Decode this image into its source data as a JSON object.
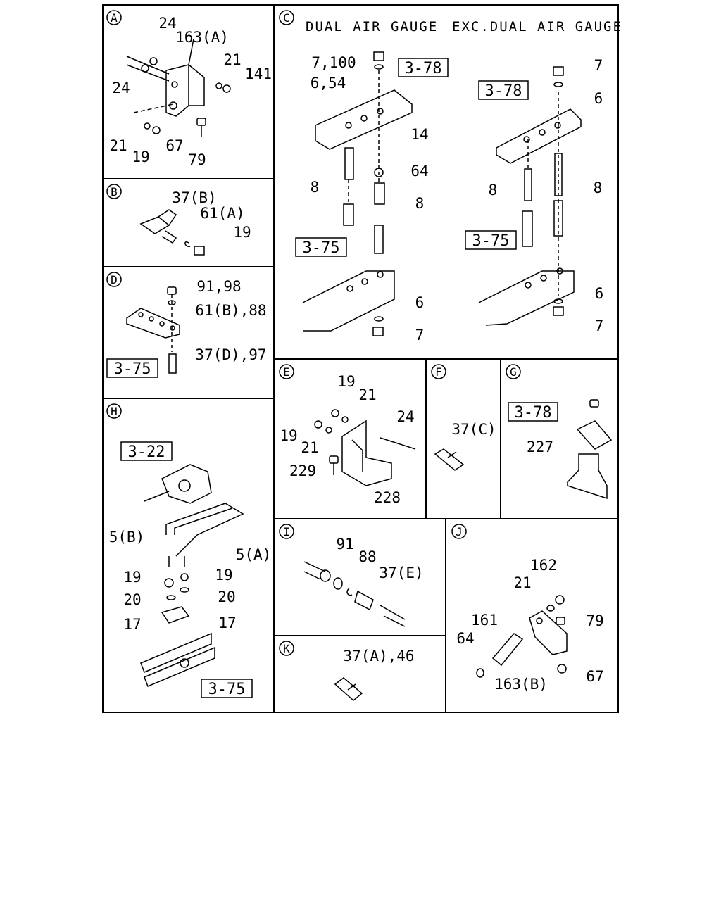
{
  "panels": {
    "A": {
      "letter": "A",
      "labels": [
        "24",
        "163(A)",
        "21",
        "141",
        "24",
        "21",
        "19",
        "67",
        "79"
      ]
    },
    "B": {
      "letter": "B",
      "labels": [
        "37(B)",
        "61(A)",
        "19"
      ]
    },
    "C": {
      "letter": "C",
      "header_left": "DUAL AIR GAUGE",
      "header_right": "EXC.DUAL AIR GAUGE",
      "labels": [
        "7,100",
        "6,54",
        "3-78",
        "14",
        "64",
        "8",
        "8",
        "3-75",
        "6",
        "7",
        "7",
        "6",
        "3-78",
        "8",
        "8",
        "3-75",
        "6",
        "7"
      ]
    },
    "D": {
      "letter": "D",
      "labels": [
        "91,98",
        "61(B),88",
        "3-75",
        "37(D),97"
      ]
    },
    "E": {
      "letter": "E",
      "labels": [
        "19",
        "21",
        "19",
        "24",
        "21",
        "229",
        "228"
      ]
    },
    "F": {
      "letter": "F",
      "labels": [
        "37(C)"
      ]
    },
    "G": {
      "letter": "G",
      "labels": [
        "3-78",
        "227"
      ]
    },
    "H": {
      "letter": "H",
      "labels": [
        "3-22",
        "5(B)",
        "5(A)",
        "19",
        "19",
        "20",
        "20",
        "17",
        "17",
        "3-75"
      ]
    },
    "I": {
      "letter": "I",
      "labels": [
        "91",
        "88",
        "37(E)"
      ]
    },
    "J": {
      "letter": "J",
      "labels": [
        "162",
        "21",
        "161",
        "79",
        "64",
        "163(B)",
        "67"
      ]
    },
    "K": {
      "letter": "K",
      "labels": [
        "37(A),46"
      ]
    }
  }
}
